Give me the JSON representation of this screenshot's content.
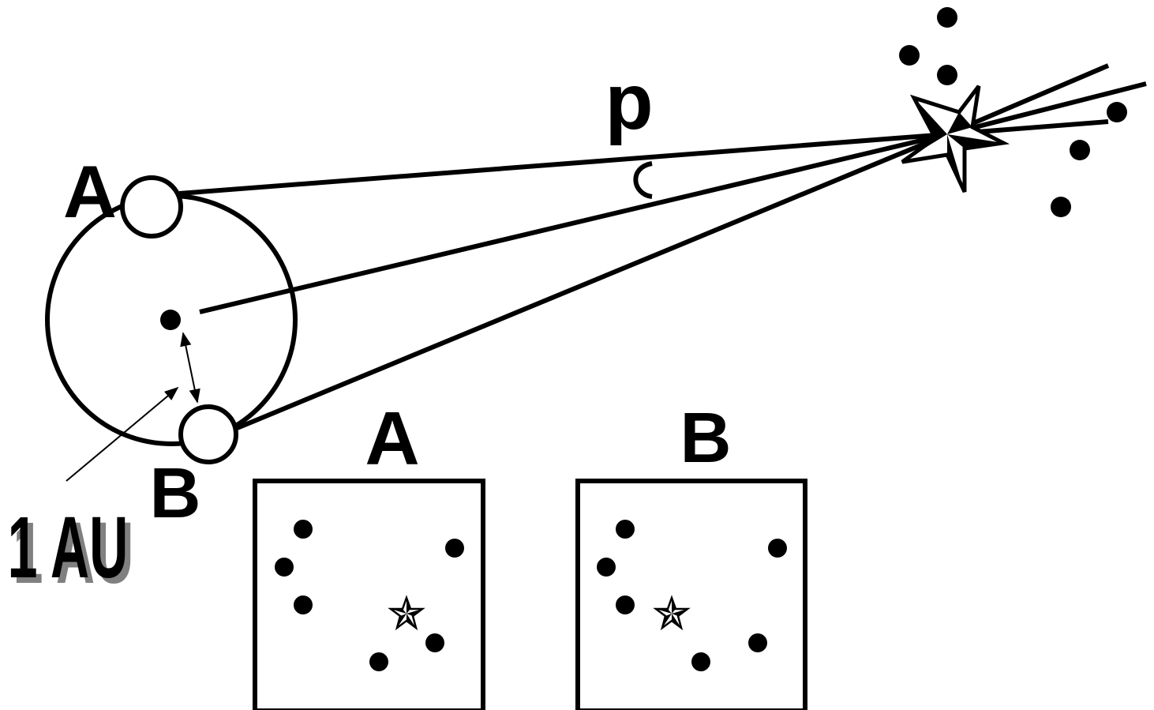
{
  "labels": {
    "position_a": "A",
    "position_b": "B",
    "parallax_angle": "p",
    "distance": "1 AU"
  },
  "panels": [
    {
      "title": "A"
    },
    {
      "title": "B"
    }
  ],
  "colors": {
    "ink": "#000000",
    "background": "#ffffff",
    "shadow": "#808080"
  }
}
